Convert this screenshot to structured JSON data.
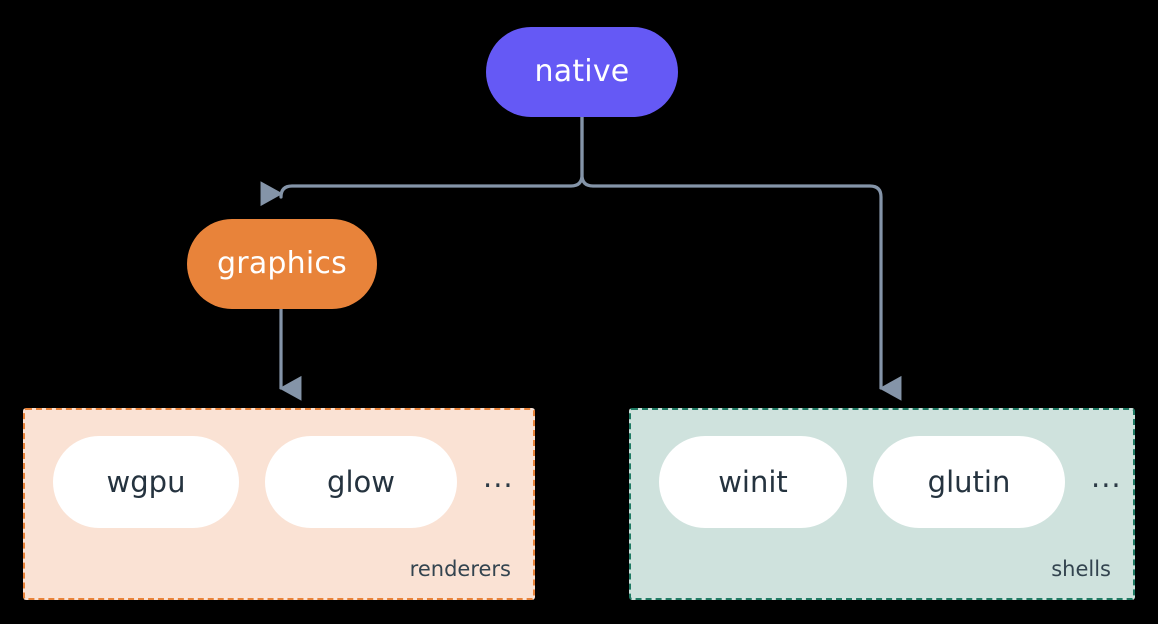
{
  "diagram": {
    "background_color": "#000000",
    "connector_color": "#8494A8",
    "nodes": [
      {
        "id": "native",
        "label": "native",
        "shape": "rounded-pill",
        "fill": "#6559F5",
        "text_color": "#FFFFFF"
      },
      {
        "id": "graphics",
        "label": "graphics",
        "shape": "rounded-pill",
        "fill": "#E8833A",
        "text_color": "#FFFFFF"
      }
    ],
    "groups": [
      {
        "id": "renderers",
        "caption": "renderers",
        "fill": "#FAE2D4",
        "border_color": "#E8833A",
        "border_style": "dashed",
        "items": [
          {
            "label": "wgpu"
          },
          {
            "label": "glow"
          }
        ],
        "overflow": "..."
      },
      {
        "id": "shells",
        "caption": "shells",
        "fill": "#CFE2DD",
        "border_color": "#1F7A63",
        "border_style": "dashed",
        "items": [
          {
            "label": "winit"
          },
          {
            "label": "glutin"
          }
        ],
        "overflow": "..."
      }
    ],
    "edges": [
      {
        "id": "native-to-graphics",
        "from": "native",
        "to": "graphics",
        "arrow": true
      },
      {
        "id": "native-to-shells",
        "from": "native",
        "to": "shells",
        "arrow": true
      },
      {
        "id": "graphics-to-renderers",
        "from": "graphics",
        "to": "renderers",
        "arrow": true
      }
    ]
  }
}
